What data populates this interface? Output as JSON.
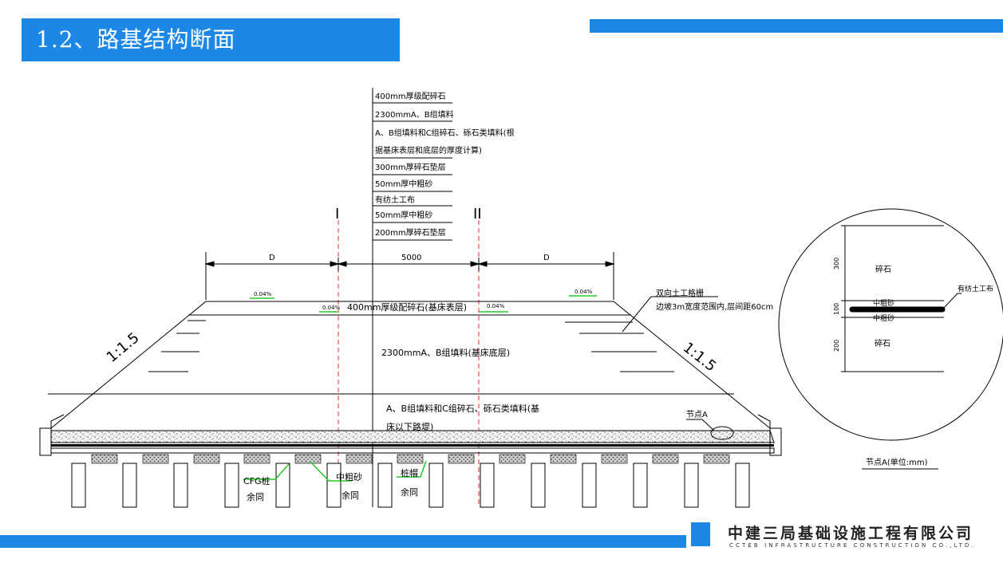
{
  "header": {
    "title": "1.2、路基结构断面",
    "accent_color": "#1c87e5"
  },
  "legend_layers": [
    "400mm厚级配碎石",
    "2300mmA、B组填料",
    "A、B组填料和C组碎石、砾石类填料(根",
    "据基床表层和底层的厚度计算)",
    "300mm厚碎石垫层",
    "50mm厚中粗砂",
    "有纺土工布",
    "50mm厚中粗砂",
    "200mm厚碎石垫层"
  ],
  "section_marks": {
    "left": "I",
    "right": "II"
  },
  "dimensions": {
    "left": "D",
    "middle": "5000",
    "right": "D"
  },
  "slopes": {
    "left": "1:1.5",
    "right": "1:1.5"
  },
  "gradients": [
    "0.04%",
    "0.04%",
    "0.04%",
    "0.04%"
  ],
  "layer_labels": {
    "surface": "400mm厚级配碎石(基床表层)",
    "bottom": "2300mmA、B组填料(基床底层)",
    "below_line1": "A、B组填料和C组碎石、砾石类填料(基",
    "below_line2": "床以下路堤)"
  },
  "geogrid": {
    "line1": "双向土工格栅",
    "line2": "边坡3m宽度范围内,层间距60cm"
  },
  "callouts": {
    "cfg": "CFG桩",
    "cfg_note": "余同",
    "sand": "中粗砂",
    "sand_note": "余同",
    "pile_cap": "桩帽",
    "pile_cap_note": "余同",
    "node": "节点A"
  },
  "detail": {
    "top_layer": "碎石",
    "geotextile": "有纺土工布",
    "sand_upper": "中粗砂",
    "sand_lower": "中粗砂",
    "bottom_layer": "碎石",
    "dim_top": "300",
    "dim_mid": "100",
    "dim_bottom": "200",
    "caption": "节点A(单位:mm)"
  },
  "footer": {
    "company_cn": "中建三局基础设施工程有限公司",
    "company_en": "CCTEB INFRASTRUCTURE CONSTRUCTION CO.,LTD."
  }
}
